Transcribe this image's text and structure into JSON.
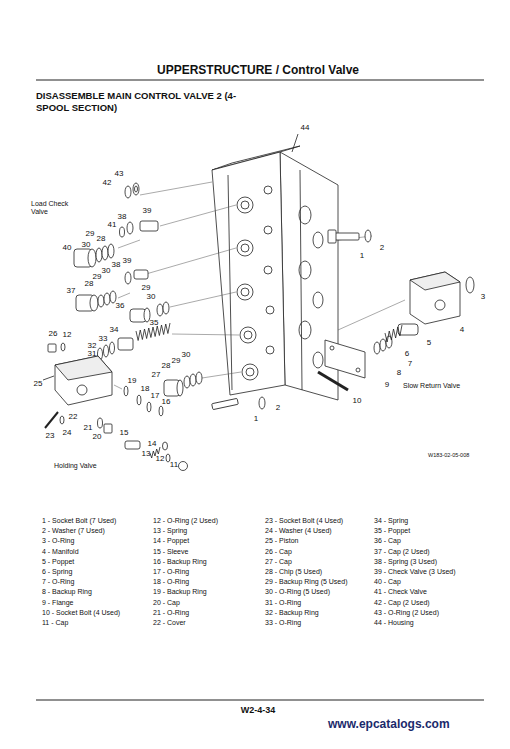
{
  "diagram": {
    "title": "UPPERSTRUCTURE / Control Valve",
    "labels": [
      "DISASSEMBLE MAIN CONTROL VALVE 2 (4-SPOOL SECTION)",
      "44",
      "43",
      "42",
      "39",
      "38",
      "41",
      "40",
      "29",
      "28",
      "30",
      "39",
      "38",
      "30",
      "29",
      "28",
      "37",
      "29",
      "30",
      "36",
      "35",
      "34",
      "33",
      "32",
      "31",
      "26",
      "12",
      "25",
      "30",
      "29",
      "28",
      "27",
      "19",
      "18",
      "17",
      "16",
      "22",
      "24",
      "23",
      "21",
      "20",
      "15",
      "14",
      "13",
      "12",
      "11",
      "1",
      "2",
      "10",
      "9",
      "8",
      "7",
      "6",
      "5",
      "4",
      "3",
      "1",
      "2",
      "Load Check Valve",
      "Slow Return Valve",
      "Holding Valve",
      "W183-02-05-008",
      "1 - Socket Bolt (7 Used)",
      "2 - Washer (7 Used)",
      "3 - O-Ring",
      "4 - Manifold",
      "5 - Poppet",
      "6 - Spring",
      "7 - O-Ring",
      "8 - Backup Ring",
      "9 - Flange",
      "10 - Socket Bolt (4 Used)",
      "11 - Cap",
      "12 - O-Ring (2 Used)",
      "13 - Spring",
      "14 - Poppet",
      "15 - Sleeve",
      "16 - Backup Ring",
      "17 - O-Ring",
      "18 - O-Ring",
      "19 - Backup Ring",
      "20 - Cap",
      "21 - O-Ring",
      "22 - Cover",
      "23 - Socket Bolt (4 Used)",
      "24 - Washer (4 Used)",
      "25 - Piston",
      "26 - Cap",
      "27 - Cap",
      "28 - Chip (5 Used)",
      "29 - Backup Ring (5 Used)",
      "30 - O-Ring (5 Used)",
      "31 - O-Ring",
      "32 - Backup Ring",
      "33 - O-Ring",
      "34 - Spring",
      "35 - Poppet",
      "36 - Cap",
      "37 - Cap (2 Used)",
      "38 - Spring (3 Used)",
      "39 - Check Valve (3 Used)",
      "40 - Cap",
      "41 - Check Valve",
      "42 - Cap (2 Used)",
      "43 - O-Ring (2 Used)",
      "44 - Housing",
      "W2-4-34",
      "www.epcatalogs.com"
    ]
  }
}
